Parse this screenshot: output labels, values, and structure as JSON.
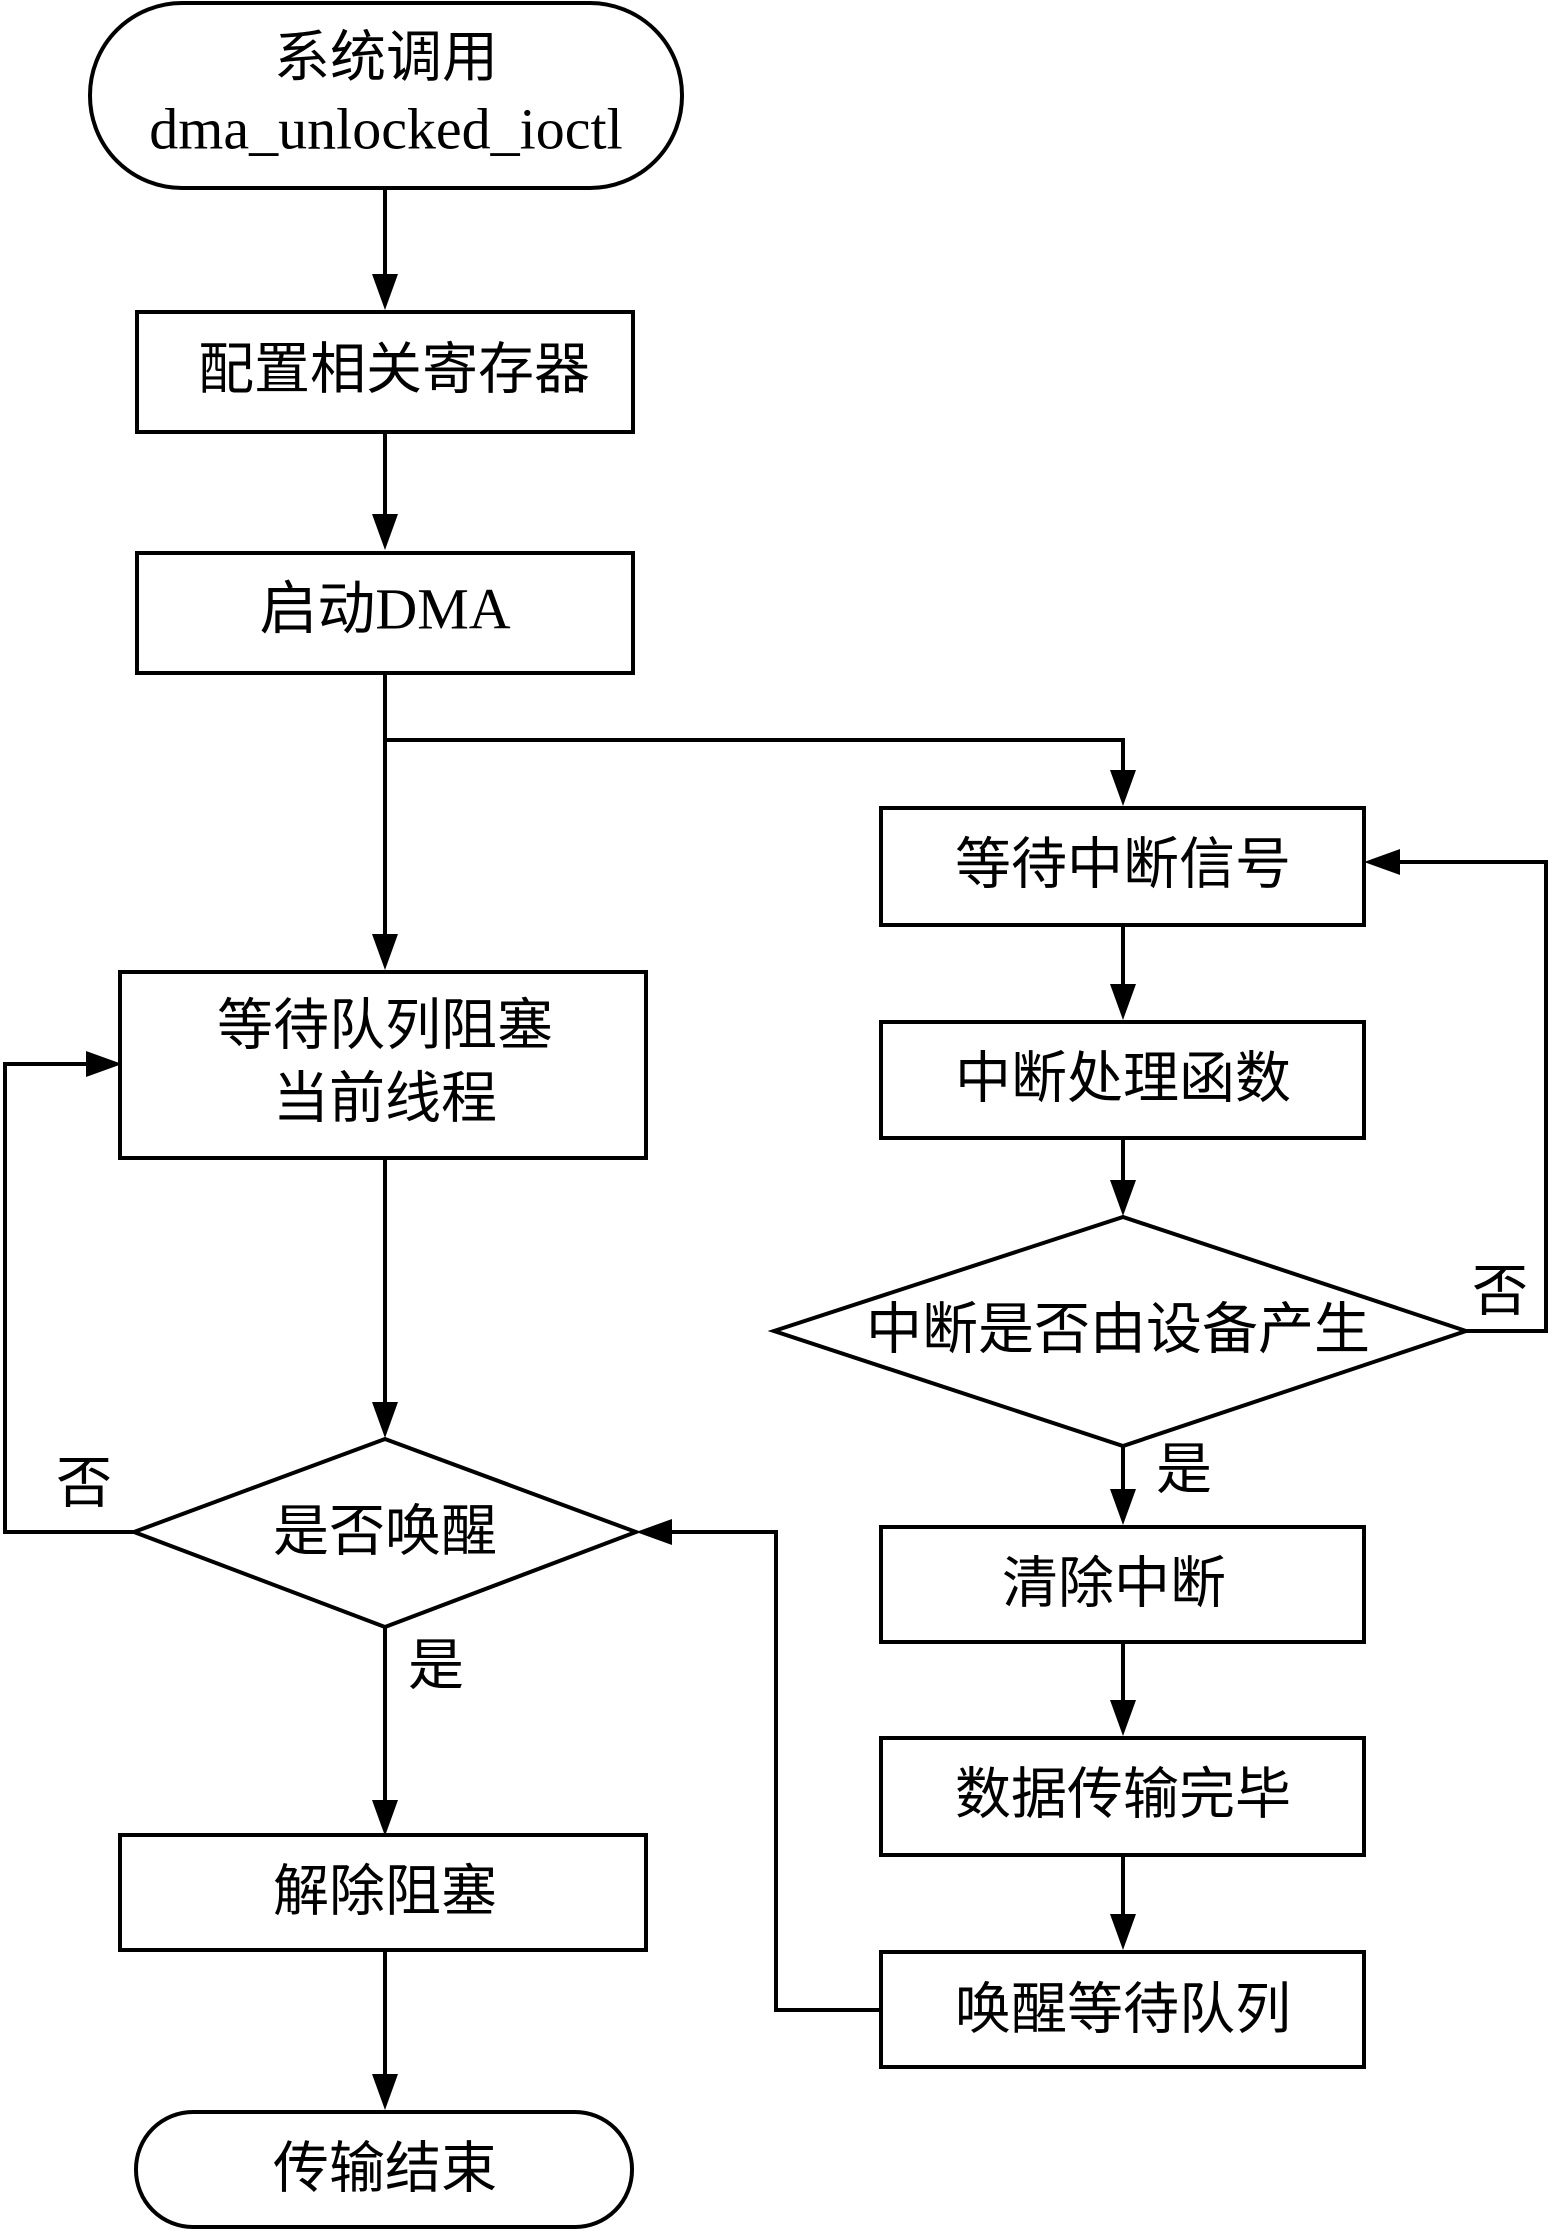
{
  "nodes": {
    "start_line1": "系统调用",
    "start_line2": "dma_unlocked_ioctl",
    "config_registers": "配置相关寄存器",
    "start_dma": "启动DMA",
    "wait_queue_line1": "等待队列阻塞",
    "wait_queue_line2": "当前线程",
    "is_woken": "是否唤醒",
    "unblock": "解除阻塞",
    "transfer_end": "传输结束",
    "wait_interrupt": "等待中断信号",
    "interrupt_handler": "中断处理函数",
    "interrupt_from_device": "中断是否由设备产生",
    "clear_interrupt": "清除中断",
    "data_transfer_done": "数据传输完毕",
    "wake_wait_queue": "唤醒等待队列"
  },
  "edge_labels": {
    "woken_no": "否",
    "woken_yes": "是",
    "device_no": "否",
    "device_yes": "是"
  }
}
